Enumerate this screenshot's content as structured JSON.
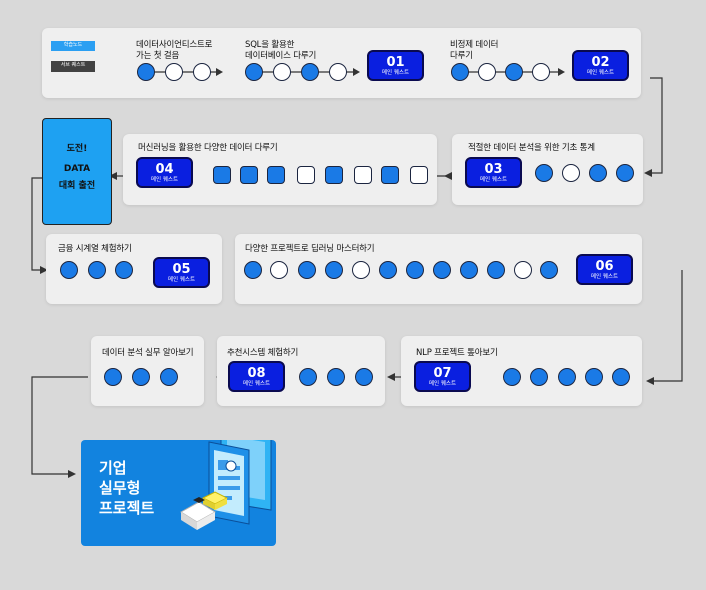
{
  "legend": {
    "learning_node": "학습노드",
    "sub_quest": "서브 퀘스트"
  },
  "sections": {
    "s1": {
      "title": "데이터사이언티스트로\n가는 첫 걸음"
    },
    "s2": {
      "title": "SQL을 활용한\n데이터베이스 다루기"
    },
    "q01": {
      "num": "01",
      "label": "메인 퀘스트"
    },
    "s3": {
      "title": "비정제 데이터\n다루기"
    },
    "q02": {
      "num": "02",
      "label": "메인 퀘스트"
    },
    "s4": {
      "title": "적절한 데이터 분석을  위한 기초 통계"
    },
    "q03": {
      "num": "03",
      "label": "메인 퀘스트"
    },
    "s5": {
      "title": "머신러닝을 활용한 다양한 데이터 다루기"
    },
    "q04": {
      "num": "04",
      "label": "메인 퀘스트"
    },
    "challenge": {
      "line1": "도전!",
      "line2": "DATA",
      "line3": "대회 출전"
    },
    "s6": {
      "title": "금융 시계열 체험하기"
    },
    "q05": {
      "num": "05",
      "label": "메인 퀘스트"
    },
    "s7": {
      "title": "다양한 프로젝트로 딥러닝 마스터하기"
    },
    "q06": {
      "num": "06",
      "label": "메인 퀘스트"
    },
    "s8": {
      "title": "데이터 분석 실무 알아보기"
    },
    "s9": {
      "title": "추천시스템 체험하기"
    },
    "q08": {
      "num": "08",
      "label": "메인 퀘스트"
    },
    "s10": {
      "title": "NLP 프로젝트 톺아보기"
    },
    "q07": {
      "num": "07",
      "label": "메인 퀘스트"
    },
    "final": {
      "title": "기업\n실무형\n프로젝트"
    }
  },
  "colors": {
    "blue_node": "#1a7ae6",
    "main_quest": "#0a1fe0",
    "challenge": "#1ea1f2",
    "final": "#1283df"
  }
}
